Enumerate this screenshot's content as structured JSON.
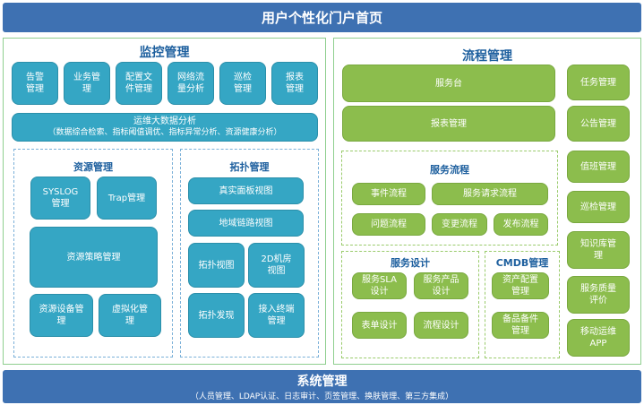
{
  "portal": {
    "title": "用户个性化门户首页"
  },
  "monitoring": {
    "title": "监控管理",
    "top_items": [
      "告警\n管理",
      "业务管\n理",
      "配置文\n件管理",
      "网络流\n量分析",
      "巡检\n管理",
      "报表\n管理"
    ],
    "bigdata": {
      "line1": "运维大数据分析",
      "line2": "（数据综合检索、指标阈值调优、指标异常分析、资源健康分析）"
    },
    "resource": {
      "title": "资源管理",
      "syslog": "SYSLOG\n管理",
      "trap": "Trap管理",
      "policy": "资源策略管理",
      "device": "资源设备管\n理",
      "virtual": "虚拟化管\n理"
    },
    "topology": {
      "title": "拓扑管理",
      "real_panel": "真实面板视图",
      "geo_link": "地域链路视图",
      "topo_view": "拓扑视图",
      "room_2d": "2D机房\n视图",
      "discovery": "拓扑发现",
      "terminal": "接入终端\n管理"
    }
  },
  "process": {
    "title": "流程管理",
    "service_desk": "服务台",
    "report": "报表管理",
    "service_flow": {
      "title": "服务流程",
      "event": "事件流程",
      "request": "服务请求流程",
      "problem": "问题流程",
      "change": "变更流程",
      "release": "发布流程"
    },
    "service_design": {
      "title": "服务设计",
      "sla": "服务SLA\n设计",
      "product": "服务产品\n设计",
      "form": "表单设计",
      "flow": "流程设计"
    },
    "cmdb": {
      "title": "CMDB管理",
      "asset": "资产配置\n管理",
      "spare": "备品备件\n管理"
    },
    "right_items": [
      "任务管理",
      "公告管理",
      "值班管理",
      "巡检管理",
      "知识库管\n理",
      "服务质量\n评价",
      "移动运维\nAPP"
    ]
  },
  "system": {
    "title": "系统管理",
    "subtitle": "（人员管理、LDAP认证、日志审计、页签管理、换肤管理、第三方集成）"
  },
  "colors": {
    "header": "#3e71b2",
    "blue_box": "#35a6c4",
    "green_box": "#8cbd4d"
  }
}
